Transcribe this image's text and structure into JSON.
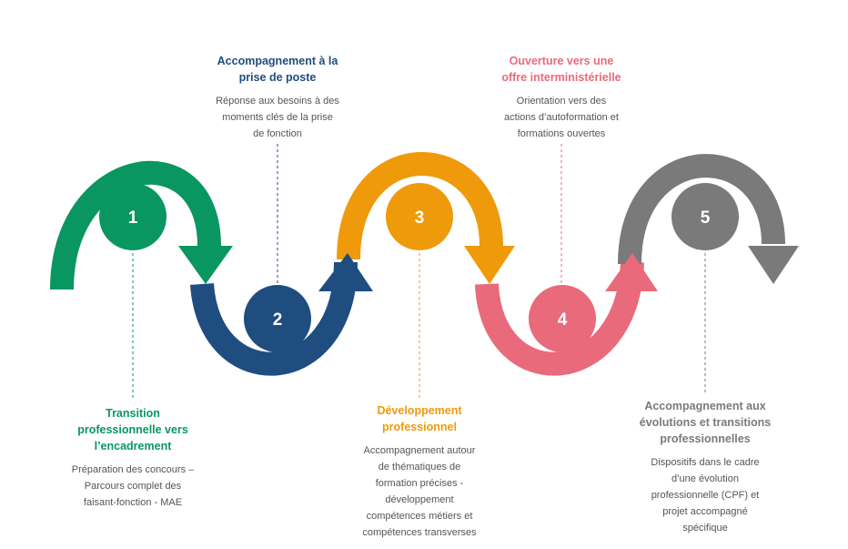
{
  "steps": [
    {
      "number": "1",
      "color": "#0a9660",
      "title": "Transition\nprofessionnelle vers\nl’encadrement",
      "description": "Préparation des concours –\nParcours complet des\nfaisant-fonction - MAE"
    },
    {
      "number": "2",
      "color": "#1f4d80",
      "title": "Accompagnement à la\nprise de poste",
      "description": "Réponse aux besoins à des\nmoments clés de la prise\nde fonction"
    },
    {
      "number": "3",
      "color": "#ef9a0b",
      "title": "Développement\nprofessionnel",
      "description": "Accompagnement autour\nde thématiques de\nformation précises -\ndéveloppement\ncompétences métiers et\ncompétences transverses"
    },
    {
      "number": "4",
      "color": "#e96a7a",
      "title": "Ouverture vers une\noffre interministérielle",
      "description": "Orientation vers des\nactions d’autoformation et\nformations ouvertes"
    },
    {
      "number": "5",
      "color": "#7a7a7a",
      "title": "Accompagnement aux\névolutions et transitions\nprofessionnelles",
      "description": "Dispositifs dans le cadre\nd’une évolution\nprofessionnelle (CPF) et\nprojet accompagné\nspécifique"
    }
  ]
}
